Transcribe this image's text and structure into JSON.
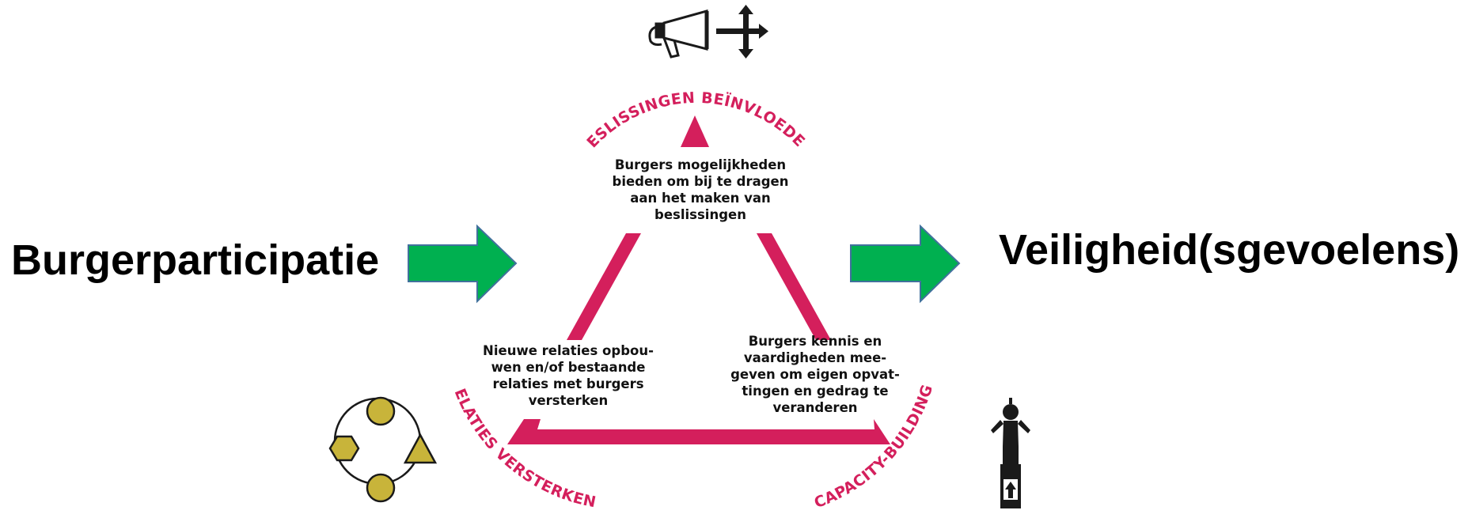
{
  "left_label": "Burgerparticipatie",
  "right_label": "Veiligheid(sgevoelens)",
  "corners": {
    "top_title": "BESLISSINGEN BEÏNVLOEDEN",
    "top_text": "Burgers mogelijkheden\nbieden om bij te dragen\naan het maken van\nbeslissingen",
    "left_title": "RELATIES VERSTERKEN",
    "left_text": "Nieuwe relaties opbou-\nwen en/of bestaande\nrelaties met burgers\nversterken",
    "right_title": "CAPACITY-BUILDING",
    "right_text": "Burgers kennis en\nvaardigheden mee-\ngeven om eigen opvat-\ntingen en gedrag te\nveranderen"
  },
  "colors": {
    "triangle": "#D41F5C",
    "arrow_fill": "#00B050",
    "arrow_stroke": "#41719C",
    "icon_dark": "#1a1a1a",
    "icon_shape_fill": "#C8B43A"
  },
  "icons": {
    "top": "megaphone-crossroads-icon",
    "bottom_left": "shapes-cycle-icon",
    "bottom_right": "person-on-pillar-icon"
  }
}
